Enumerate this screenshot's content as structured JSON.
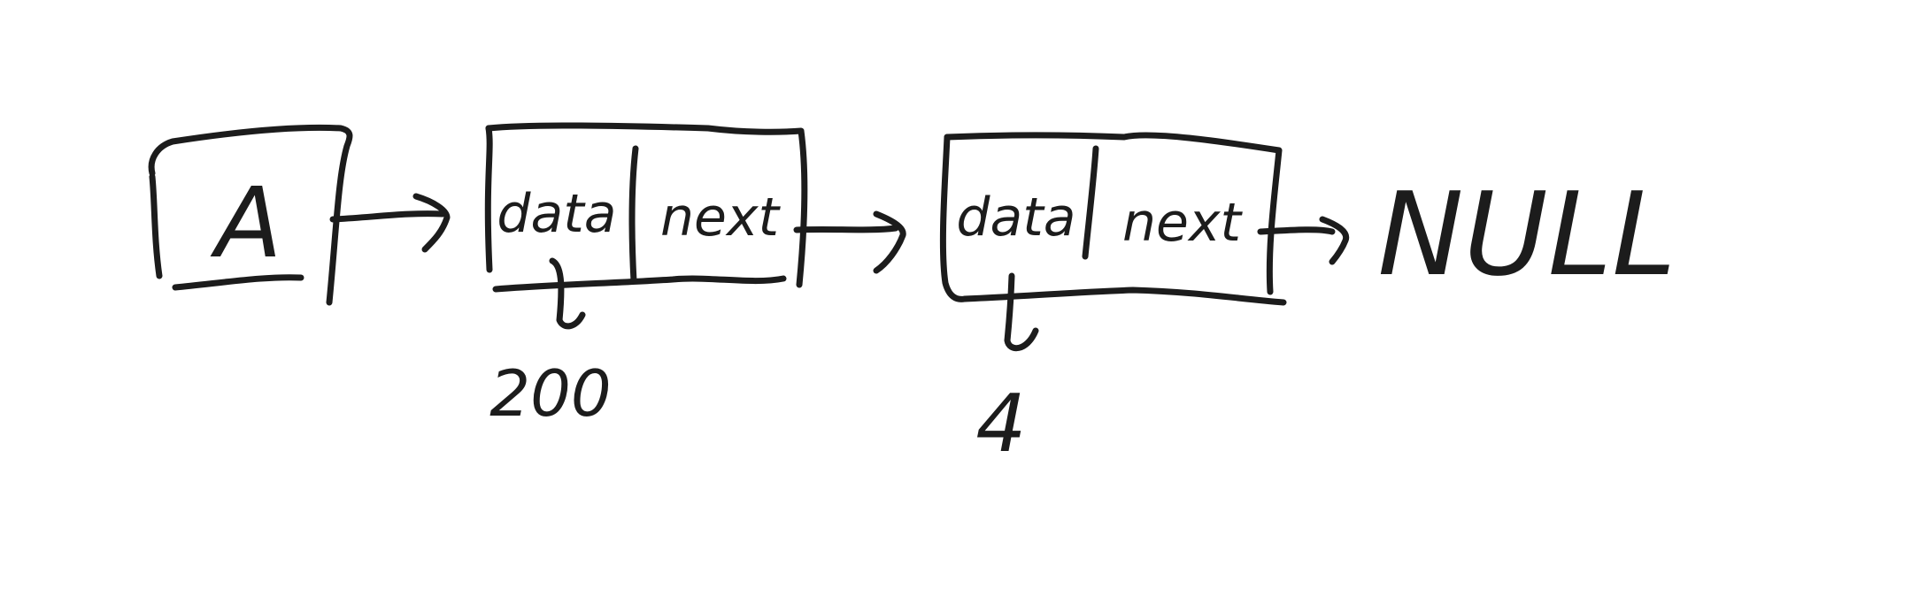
{
  "diagram": {
    "pointer": {
      "label": "A"
    },
    "nodes": [
      {
        "data_label": "data",
        "next_label": "next",
        "value": "200"
      },
      {
        "data_label": "data",
        "next_label": "next",
        "value": "4"
      }
    ],
    "terminal": "NULL",
    "ink_color": "#1c1c1c",
    "background": "#ffffff"
  }
}
